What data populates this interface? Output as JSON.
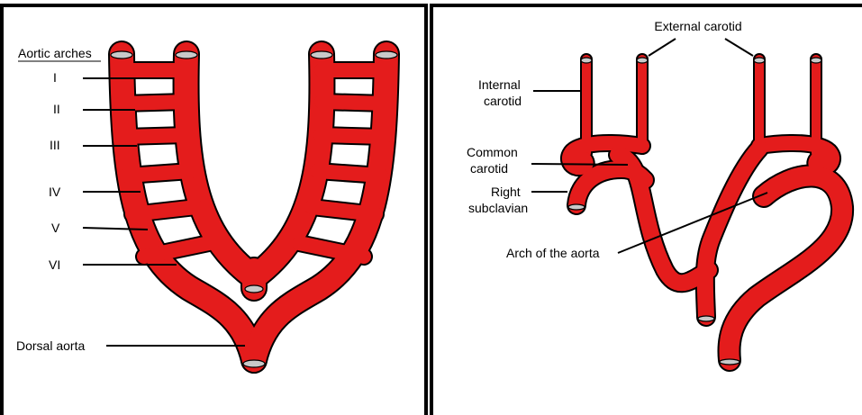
{
  "left_panel": {
    "heading": "Aortic arches",
    "arch_labels": [
      "I",
      "II",
      "III",
      "IV",
      "V",
      "VI"
    ],
    "dorsal_aorta_label": "Dorsal aorta"
  },
  "right_panel": {
    "external_carotid": "External carotid",
    "internal_carotid": [
      "Internal",
      "carotid"
    ],
    "common_carotid": [
      "Common",
      "carotid"
    ],
    "right_subclavian": [
      "Right",
      "subclavian"
    ],
    "arch_of_aorta": "Arch of the aorta"
  },
  "colors": {
    "vessel": "#e41c1c",
    "outline": "#000000",
    "vessel_opening": "#c9c9c9",
    "frame": "#000000",
    "background": "#ffffff"
  }
}
